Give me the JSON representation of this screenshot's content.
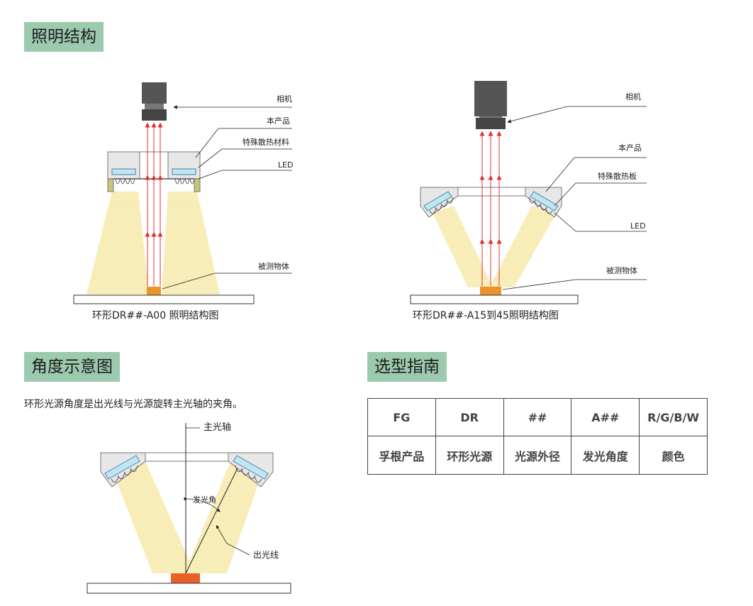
{
  "sections": {
    "lighting_structure": "照明结构",
    "angle_diagram": "角度示意图",
    "selection_guide": "选型指南"
  },
  "diagram1": {
    "labels": [
      "相机",
      "本产品",
      "特殊散热材料",
      "LED",
      "被测物体"
    ],
    "caption": "环形DR##-A00 照明结构图"
  },
  "diagram2": {
    "labels": [
      "相机",
      "本产品",
      "特殊散热板",
      "LED",
      "被测物体"
    ],
    "caption": "环形DR##-A15到45照明结构图"
  },
  "angle": {
    "description": "环形光源角度是出光线与光源旋转主光轴的夹角。",
    "labels": {
      "main_axis": "主光轴",
      "emit_angle": "发光角",
      "emit_line": "出光线"
    }
  },
  "guide": {
    "headers": [
      "FG",
      "DR",
      "##",
      "A##",
      "R/G/B/W"
    ],
    "meanings": [
      "孚根产品",
      "环形光源",
      "光源外径",
      "发光角度",
      "颜色"
    ]
  },
  "colors": {
    "section_bg": "#9ccaae",
    "light_beam": "#f6e9a8",
    "ray": "#e03030",
    "object_a": "#e8942a",
    "object_b": "#e9602a",
    "led_window": "#bfe6f3"
  }
}
